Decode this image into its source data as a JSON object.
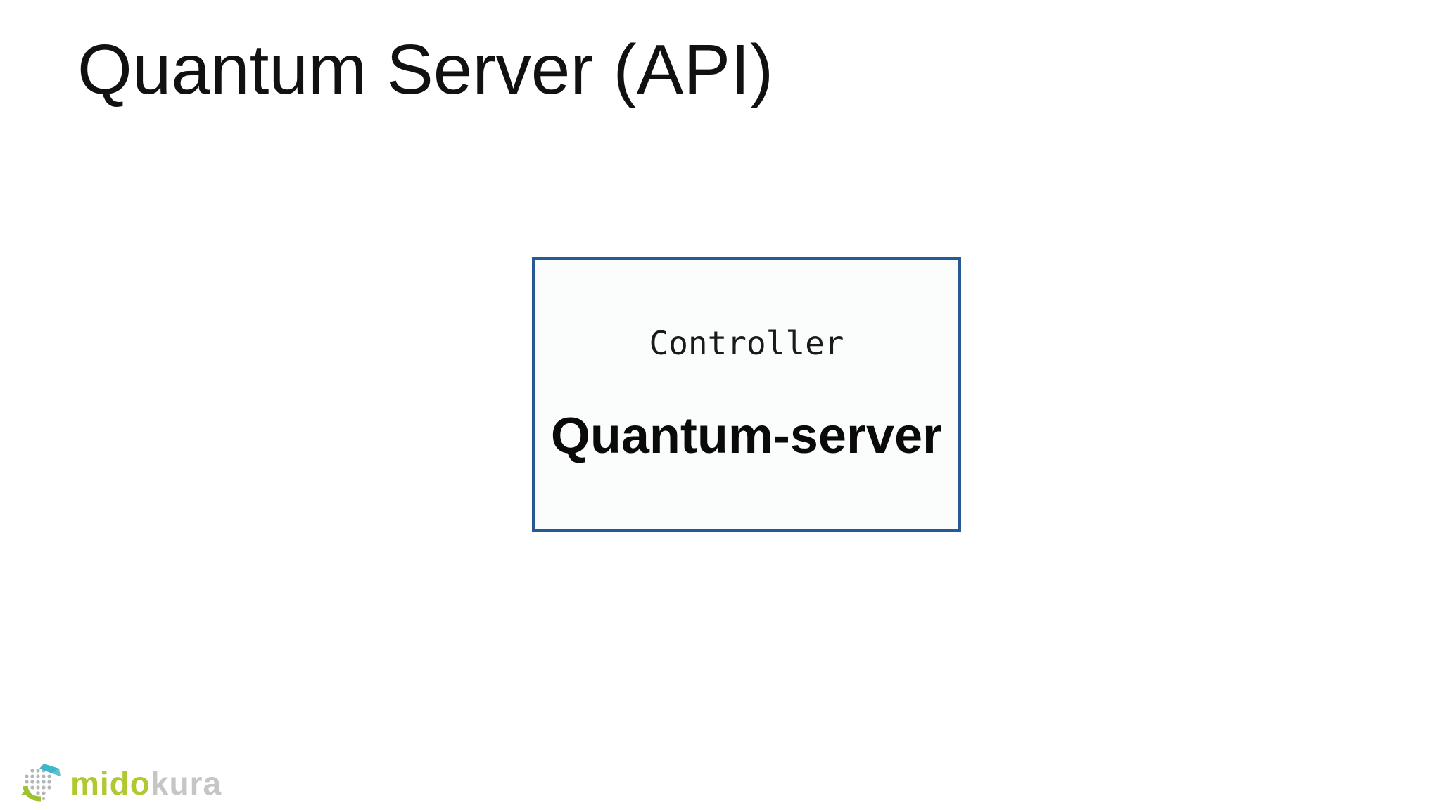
{
  "slide": {
    "title": "Quantum Server (API)"
  },
  "diagram": {
    "node": {
      "role_label": "Controller",
      "name": "Quantum-server"
    }
  },
  "footer": {
    "logo": {
      "word_part_green": "mido",
      "word_part_gray": "kura"
    }
  },
  "colors": {
    "node_border": "#255a94",
    "node_background": "#fbfdfc",
    "title_text": "#111111",
    "node_text": "#0a0a0a",
    "logo_green": "#b2c832",
    "logo_gray": "#c6c6c6",
    "logo_teal": "#3fb6c9",
    "logo_dot_gray": "#9aa0a0"
  }
}
